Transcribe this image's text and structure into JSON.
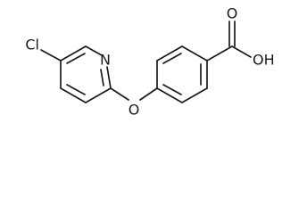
{
  "molecule": {
    "atoms": {
      "cl": "Cl",
      "n": "N",
      "o_ether": "O",
      "o_carbonyl": "O",
      "oh": "OH"
    }
  }
}
